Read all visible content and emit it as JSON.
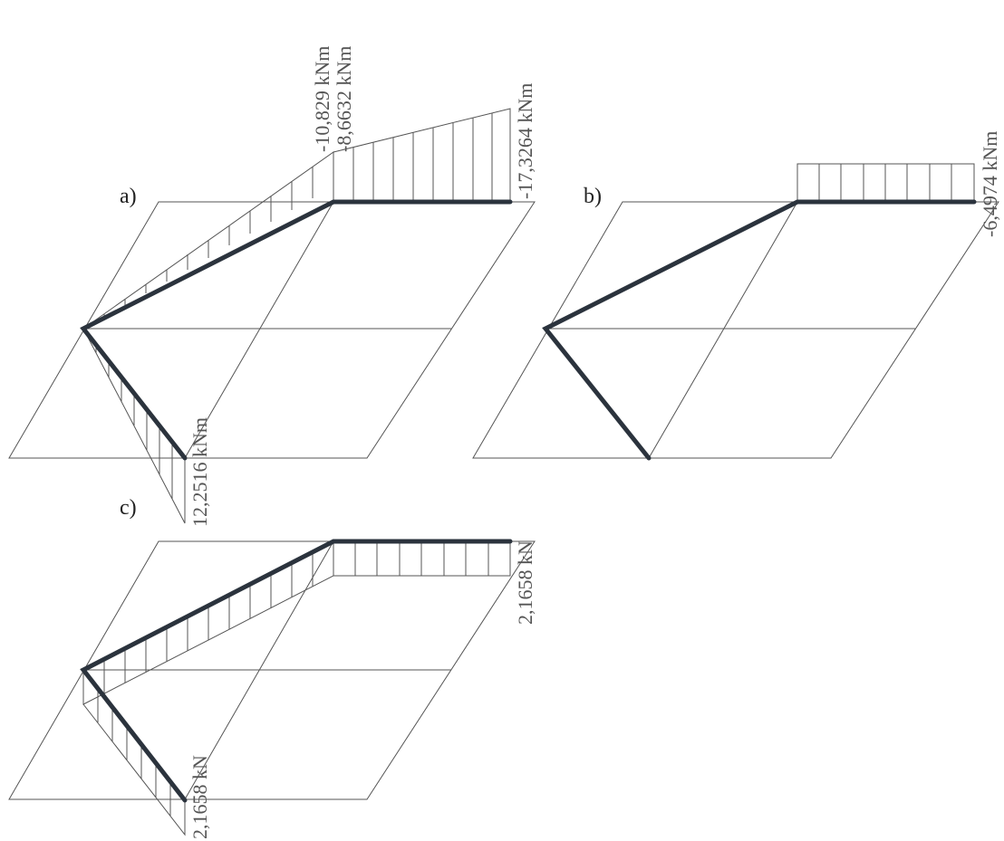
{
  "panels": {
    "a": {
      "label": "a)",
      "values": {
        "left_beam_end": "-10,829 kNm",
        "right_beam_start": "-8,6632 kNm",
        "right_beam_end": "-17,3264 kNm",
        "support_member": "12,2516 kNm"
      }
    },
    "b": {
      "label": "b)",
      "values": {
        "right_beam": "-6,4974 kNm"
      }
    },
    "c": {
      "label": "c)",
      "values": {
        "right_beam": "2,1658 kN",
        "support_member": "2,1658 kN"
      }
    }
  },
  "colors": {
    "member": "#2b333d",
    "lines": "#555555",
    "text": "#555555"
  }
}
